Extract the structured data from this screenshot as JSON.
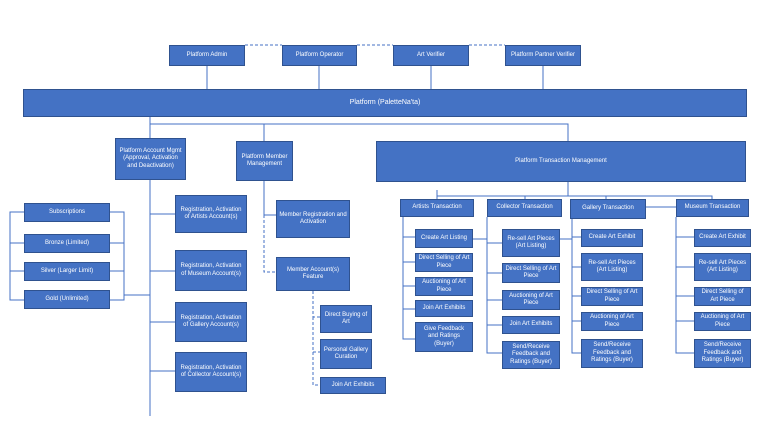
{
  "colors": {
    "box_fill": "#4472c4",
    "box_border": "#2f528f",
    "line": "#4472c4",
    "text": "#ffffff"
  },
  "top_roles": {
    "admin": "Platform Admin",
    "operator": "Platform Operator",
    "verifier": "Art Verifier",
    "partner": "Platform Partner Verifier"
  },
  "platform": "Platform (PaletteNa'ta)",
  "account_mgmt": {
    "title": "Platform Account Mgmt (Approval, Activation and Deactivation)",
    "items": [
      "Registration, Activation of Artists Account(s)",
      "Registration, Activation of Museum Account(s)",
      "Registration, Activation of Gallery Account(s)",
      "Registration, Activation of Collector Account(s)"
    ]
  },
  "subscriptions": {
    "title": "Subscriptions",
    "items": [
      "Bronze (Limited)",
      "Silver (Larger Limit)",
      "Gold  (Unlimited)"
    ]
  },
  "member_mgmt": {
    "title": "Platform Member Management",
    "registration": "Member Registration and Activation",
    "features": "Member Account(s) Feature",
    "feature_items": [
      "Direct Buying of Art",
      "Personal Gallery Curation",
      "Join Art Exhibits"
    ]
  },
  "transactions": {
    "title": "Platform Transaction Management",
    "artists": {
      "title": "Artists Transaction",
      "items": [
        "Create Art Listing",
        "Direct Selling of Art Piece",
        "Auctioning of Art Piece",
        "Join Art Exhibits",
        "Give Feedback and Ratings (Buyer)"
      ]
    },
    "collector": {
      "title": "Collector Transaction",
      "items": [
        "Re-sell Art Pieces (Art Listing)",
        "Direct Selling of Art Piece",
        "Auctioning of Art Piece",
        "Join Art Exhibits",
        "Send/Receive Feedback and Ratings (Buyer)"
      ]
    },
    "gallery": {
      "title": "Gallery Transaction",
      "items": [
        "Create Art Exhibit",
        "Re-sell Art Pieces (Art Listing)",
        "Direct Selling of Art Piece",
        "Auctioning of Art Piece",
        "Send/Receive Feedback and Ratings (Buyer)"
      ]
    },
    "museum": {
      "title": "Museum Transaction",
      "items": [
        "Create Art Exhibit",
        "Re-sell Art Pieces (Art Listing)",
        "Direct Selling of Art Piece",
        "Auctioning of Art Piece",
        "Send/Receive Feedback and Ratings (Buyer)"
      ]
    }
  }
}
